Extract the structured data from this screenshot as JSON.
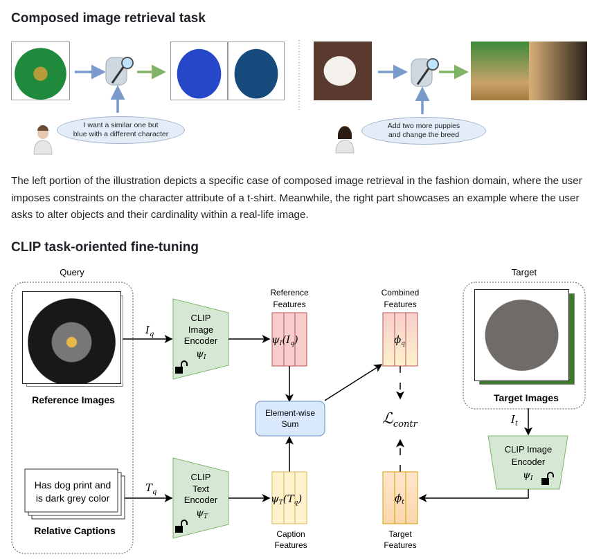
{
  "section1": {
    "title": "Composed image retrieval task",
    "left_example": {
      "caption_line1": "I want a similar one but",
      "caption_line2": "blue with a different character"
    },
    "right_example": {
      "caption_line1": "Add two more puppies",
      "caption_line2": "and change the breed"
    }
  },
  "description": "The left portion of the illustration depicts a specific case of composed image retrieval in the fashion domain, where the user imposes constraints on the character attribute of a t-shirt. Meanwhile, the right part showcases an example where the user asks to alter objects and their cardinality within a real-life image.",
  "section2": {
    "title": "CLIP task-oriented fine-tuning",
    "diagram": {
      "query_label": "Query",
      "target_label": "Target",
      "reference_images": "Reference Images",
      "relative_captions": "Relative Captions",
      "caption_text_line1": "Has dog print and",
      "caption_text_line2": "is dark grey color",
      "target_images": "Target Images",
      "iq": {
        "base": "I",
        "sub": "q"
      },
      "tq": {
        "base": "T",
        "sub": "q"
      },
      "it": {
        "base": "I",
        "sub": "t"
      },
      "image_encoder": {
        "l1": "CLIP",
        "l2": "Image",
        "l3": "Encoder",
        "sym": "ψ",
        "sub": "I"
      },
      "text_encoder": {
        "l1": "CLIP",
        "l2": "Text",
        "l3": "Encoder",
        "sym": "ψ",
        "sub": "T"
      },
      "target_encoder": {
        "l1": "CLIP Image",
        "l2": "Encoder",
        "sym": "ψ",
        "sub": "I"
      },
      "reference_features": {
        "l1": "Reference",
        "l2": "Features",
        "sym": "ψ",
        "sub": "I",
        "arg": "(I",
        "argsub": "q",
        "close": ")"
      },
      "caption_features": {
        "l1": "Caption",
        "l2": "Features",
        "sym": "ψ",
        "sub": "T",
        "arg": "(T",
        "argsub": "q",
        "close": ")"
      },
      "combined_features": {
        "l1": "Combined",
        "l2": "Features",
        "sym": "ϕ",
        "sub": "q"
      },
      "target_features": {
        "l1": "Target",
        "l2": "Features",
        "sym": "ϕ",
        "sub": "t"
      },
      "sum_block": {
        "l1": "Element-wise",
        "l2": "Sum"
      },
      "loss": {
        "sym": "ℒ",
        "sub": "contr"
      }
    }
  }
}
